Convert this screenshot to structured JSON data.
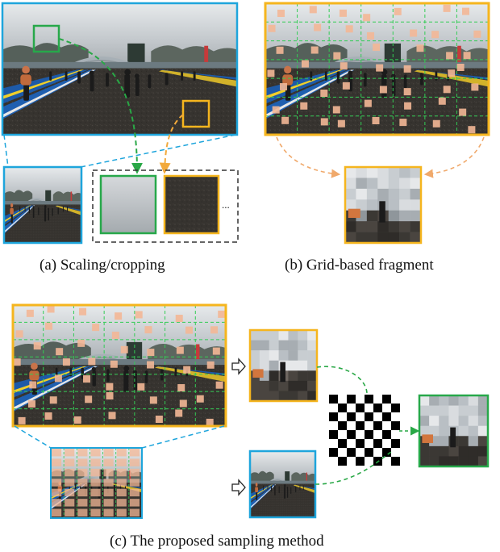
{
  "captions": {
    "a": "(a) Scaling/cropping",
    "b": "(b) Grid-based fragment",
    "c": "(c) The proposed sampling method"
  },
  "ellipsis": "...",
  "colors": {
    "blue_border": "#1ea5dc",
    "yellow_border": "#f5b51e",
    "green_border": "#27a84a",
    "orange_arrow": "#f0a96b",
    "green_dashed": "#29a846",
    "grid_line": "#33cc55",
    "patch_fill": "#f3b796",
    "track_asphalt": "#3a3836",
    "sky": "#c9cfd3"
  }
}
